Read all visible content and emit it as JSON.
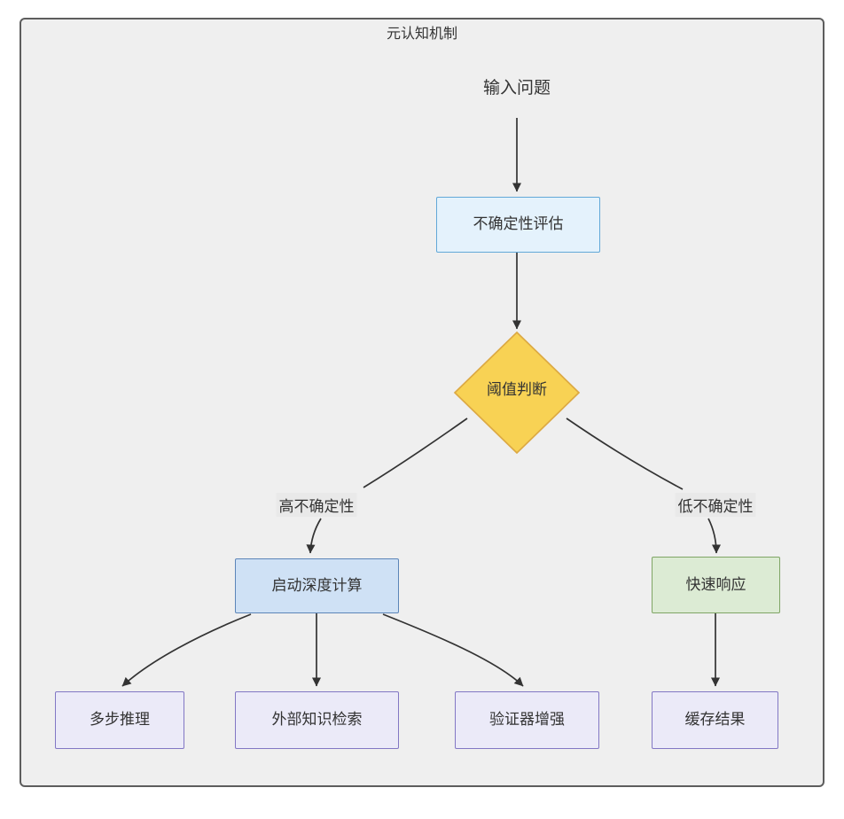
{
  "frame": {
    "title": "元认知机制"
  },
  "nodes": {
    "input_question": {
      "label": "输入问题"
    },
    "uncertainty_assessment": {
      "label": "不确定性评估"
    },
    "threshold_decision": {
      "label": "阈值判断"
    },
    "deep_computation": {
      "label": "启动深度计算"
    },
    "fast_response": {
      "label": "快速响应"
    },
    "multi_step_reasoning": {
      "label": "多步推理"
    },
    "external_knowledge_retrieval": {
      "label": "外部知识检索"
    },
    "verifier_enhancement": {
      "label": "验证器增强"
    },
    "cached_result": {
      "label": "缓存结果"
    }
  },
  "edge_labels": {
    "high_uncertainty": "高不确定性",
    "low_uncertainty": "低不确定性"
  },
  "colors": {
    "canvas_background": "#efefef",
    "frame_border": "#5d5d5d",
    "assessment_fill": "#e4f2fc",
    "assessment_border": "#62a8d8",
    "decision_fill": "#f8d254",
    "decision_border": "#dca943",
    "deep_fill": "#cfe1f5",
    "deep_border": "#5c85b8",
    "fast_fill": "#dcebd4",
    "fast_border": "#7fa565",
    "leaf_fill": "#ebeaf8",
    "leaf_border": "#8277c4",
    "line": "#333333",
    "text": "#333333"
  }
}
